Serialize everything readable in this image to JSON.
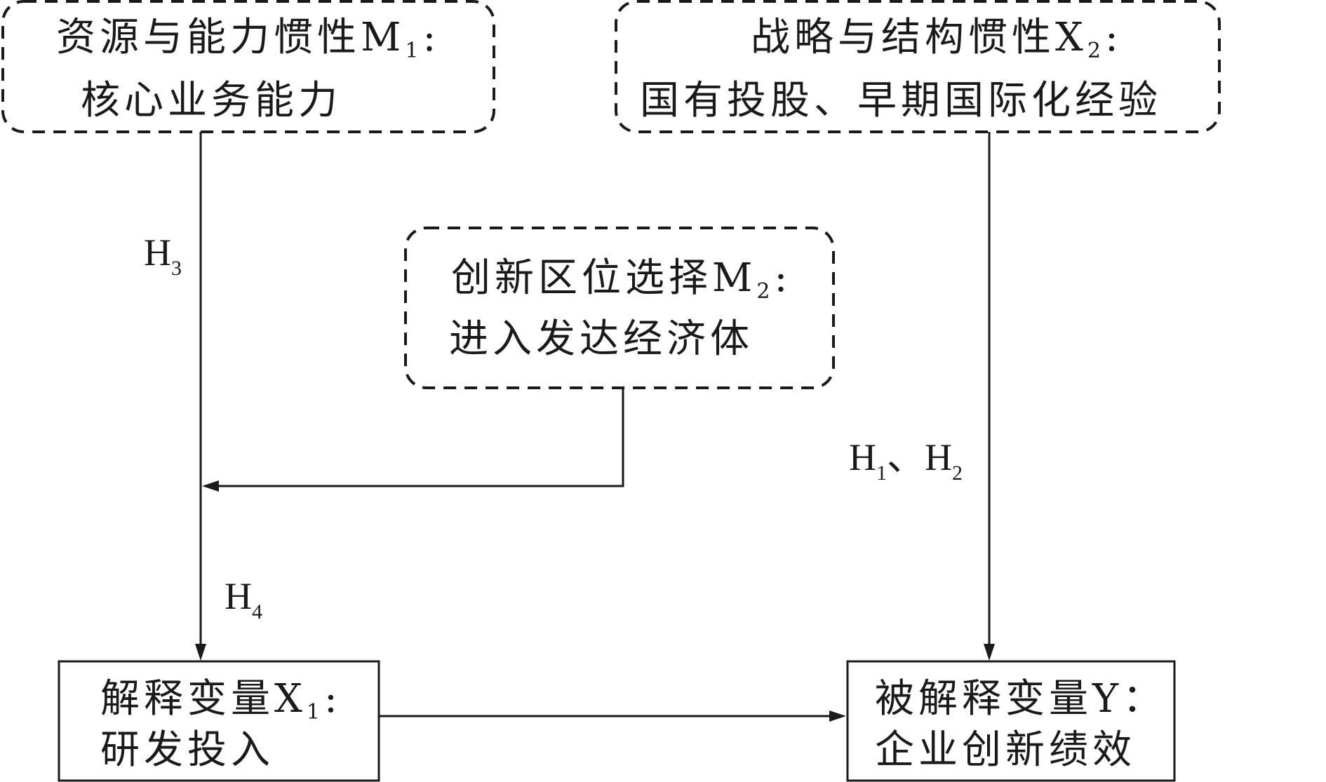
{
  "nodes": {
    "resource_inertia": {
      "line1": "资源与能力惯性M",
      "line1_sub": "1",
      "line1_end": ":",
      "line2": "核心业务能力"
    },
    "strategy_inertia": {
      "line1": "战略与结构惯性X",
      "line1_sub": "2",
      "line1_end": ":",
      "line2": "国有投股、早期国际化经验"
    },
    "location_choice": {
      "line1": "创新区位选择M",
      "line1_sub": "2",
      "line1_end": ":",
      "line2": "进入发达经济体"
    },
    "explanatory": {
      "line1": "解释变量X",
      "line1_sub": "1",
      "line1_end": ":",
      "line2": "研发投入"
    },
    "dependent": {
      "line1": "被解释变量Y：",
      "line2": "企业创新绩效"
    }
  },
  "hypotheses": {
    "h3": {
      "main": "H",
      "sub": "3"
    },
    "h4": {
      "main": "H",
      "sub": "4"
    },
    "h1h2": {
      "main1": "H",
      "sub1": "1",
      "sep": "、",
      "main2": "H",
      "sub2": "2"
    }
  }
}
